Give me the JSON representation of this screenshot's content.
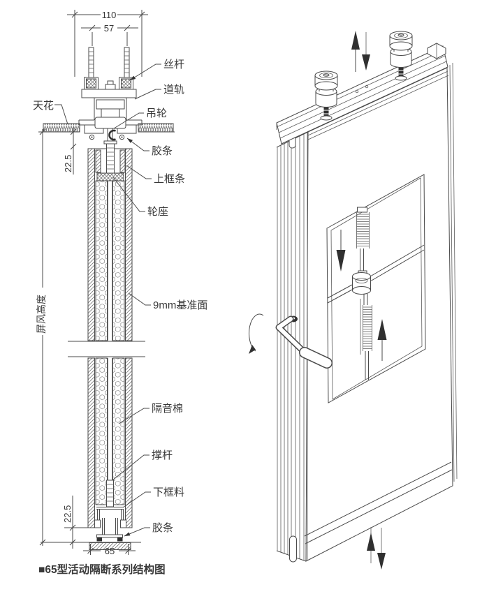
{
  "drawing": {
    "caption": "■65型活动隔断系列结构图",
    "dimensions": {
      "track_width": "110",
      "rod_spacing": "57",
      "top_clearance": "22.5",
      "bottom_clearance": "22.5",
      "panel_thickness": "65",
      "panel_height_label": "屏风高度"
    },
    "labels": {
      "ceiling": "天花",
      "screw_rod": "丝杆",
      "track": "道轨",
      "hanging_wheel": "吊轮",
      "rubber_strip_top": "胶条",
      "top_frame_strip": "上框条",
      "wheel_seat": "轮座",
      "reference_face": "9mm基准面",
      "sound_insulation": "隔音棉",
      "support_rod": "撑杆",
      "bottom_frame": "下框料",
      "rubber_strip_bottom": "胶条"
    },
    "colors": {
      "line": "#4a4a4a",
      "text": "#383838",
      "dark_fill": "#303030",
      "background": "#ffffff"
    }
  }
}
